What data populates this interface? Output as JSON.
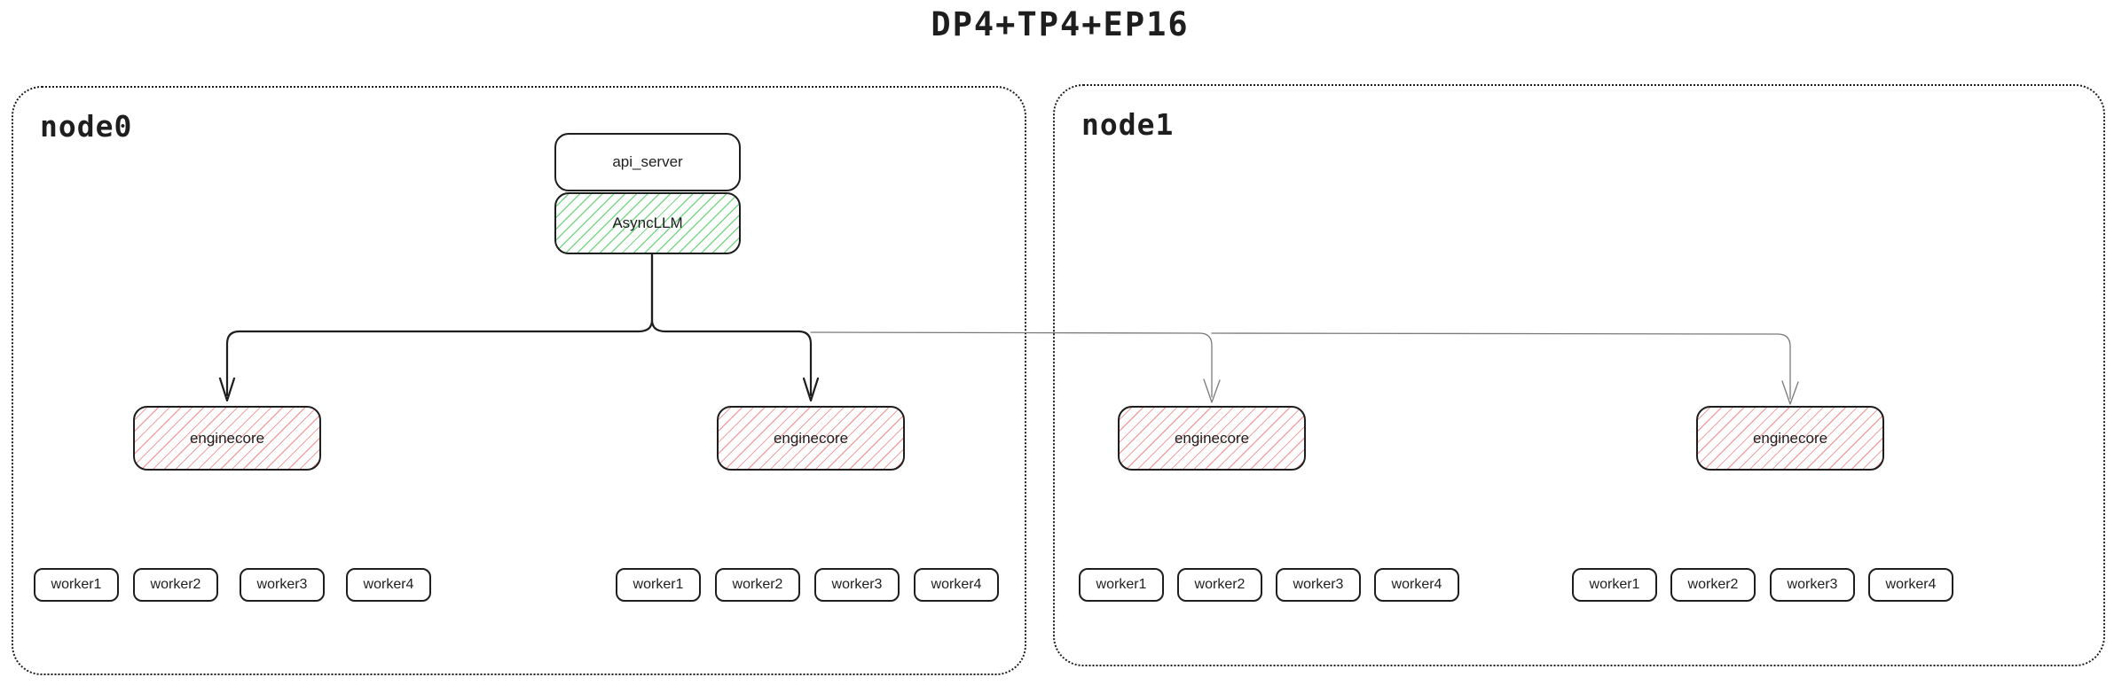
{
  "title": "DP4+TP4+EP16",
  "colors": {
    "ink": "#1e1e1e",
    "green-hatch": "#7bd88a",
    "red-hatch": "#f4a3a3",
    "gray-line": "#7a7a7a"
  },
  "nodes": [
    {
      "label": "node0",
      "api_server_label": "api_server",
      "async_llm_label": "AsyncLLM",
      "enginecores": [
        "enginecore",
        "enginecore"
      ],
      "worker_groups": [
        [
          "worker1",
          "worker2",
          "worker3",
          "worker4"
        ],
        [
          "worker1",
          "worker2",
          "worker3",
          "worker4"
        ]
      ]
    },
    {
      "label": "node1",
      "enginecores": [
        "enginecore",
        "enginecore"
      ],
      "worker_groups": [
        [
          "worker1",
          "worker2",
          "worker3",
          "worker4"
        ],
        [
          "worker1",
          "worker2",
          "worker3",
          "worker4"
        ]
      ]
    }
  ]
}
